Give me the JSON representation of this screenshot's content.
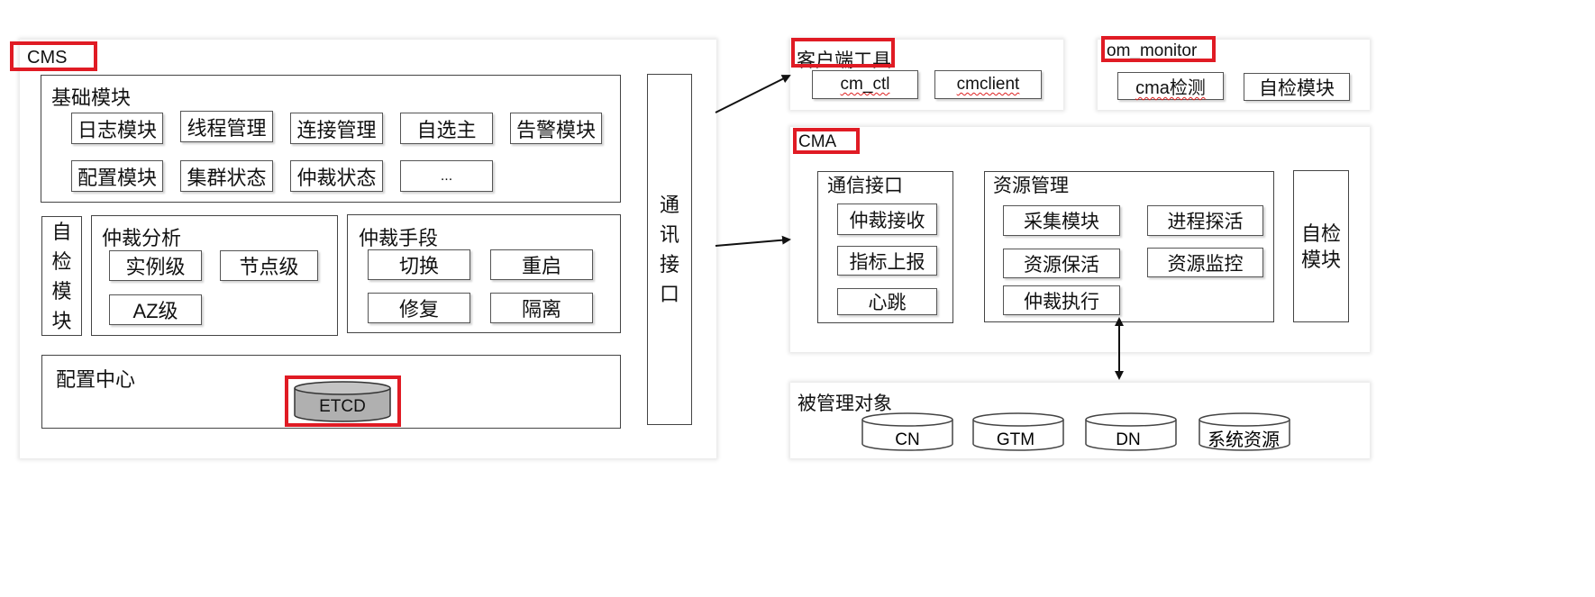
{
  "cms": {
    "label": "CMS",
    "basic_modules": {
      "title": "基础模块",
      "items": [
        "日志模块",
        "线程管理",
        "连接管理",
        "自选主",
        "告警模块",
        "配置模块",
        "集群状态",
        "仲裁状态",
        "..."
      ]
    },
    "self_check": {
      "label": [
        "自",
        "检",
        "模",
        "块"
      ]
    },
    "arbitration_analysis": {
      "title": "仲裁分析",
      "items": [
        "实例级",
        "节点级",
        "AZ级"
      ]
    },
    "arbitration_means": {
      "title": "仲裁手段",
      "items": [
        "切换",
        "重启",
        "修复",
        "隔离"
      ]
    },
    "config_center": {
      "title": "配置中心",
      "etcd_label": "ETCD"
    },
    "comm_interface": {
      "label": [
        "通",
        "讯",
        "接",
        "口"
      ]
    }
  },
  "client_tools": {
    "title": "客户端工具",
    "items": [
      "cm_ctl",
      "cmclient"
    ]
  },
  "om_monitor": {
    "title": "om_monitor",
    "items": [
      "cma检测",
      "自检模块"
    ]
  },
  "cma": {
    "label": "CMA",
    "comm_interface": {
      "title": "通信接口",
      "items": [
        "仲裁接收",
        "指标上报",
        "心跳"
      ]
    },
    "resource_mgmt": {
      "title": "资源管理",
      "items": [
        "采集模块",
        "进程探活",
        "资源保活",
        "资源监控",
        "仲裁执行"
      ]
    },
    "self_check": {
      "label": [
        "自检",
        "模块"
      ]
    }
  },
  "managed_objects": {
    "title": "被管理对象",
    "items": [
      "CN",
      "GTM",
      "DN",
      "系统资源"
    ]
  },
  "colors": {
    "highlight": "#e01b24",
    "border": "#444444",
    "cylinder_fill_etcd": "#b0b0b0"
  }
}
